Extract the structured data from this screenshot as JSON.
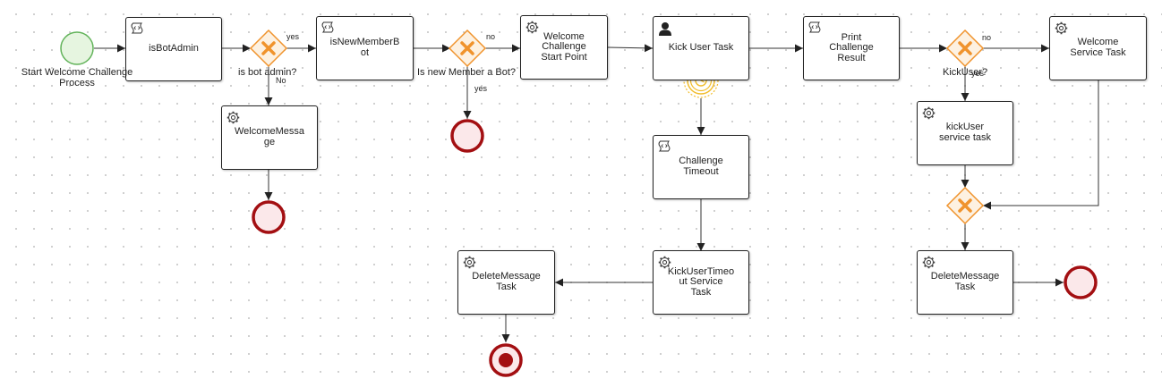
{
  "diagram": {
    "start_event": {
      "label": "Start Welcome Challenge\nProcess"
    },
    "tasks": {
      "is_bot_admin": "isBotAdmin",
      "is_new_member_bot": "isNewMemberB\not",
      "welcome_message": "WelcomeMessa\nge",
      "welcome_challenge_start": "Welcome\nChallenge\nStart Point",
      "kick_user_task": "Kick User Task",
      "challenge_timeout": "Challenge\nTimeout",
      "kick_user_timeout_service": "KickUserTimeo\nut Service\nTask",
      "delete_message_task_1": "DeleteMessage\nTask",
      "print_challenge_result": "Print\nChallenge\nResult",
      "kick_user_service_task": "kickUser\nservice task",
      "welcome_service_task": "Welcome\nService Task",
      "delete_message_task_2": "DeleteMessage\nTask"
    },
    "gateways": {
      "is_bot_admin": "is bot admin?",
      "is_new_member_bot": "Is new Member a Bot?",
      "kick_user": "KickUser?"
    },
    "flow_labels": {
      "bot_admin_yes": "yes",
      "bot_admin_no": "No",
      "new_member_no": "no",
      "new_member_yes": "yes",
      "kick_user_no": "no",
      "kick_user_yes": "yes"
    },
    "colors": {
      "start_event_fill": "#e6f5e0",
      "start_event_stroke": "#62b35a",
      "end_event_fill": "#fbe8ea",
      "end_event_stroke": "#a30f12",
      "gateway_fill": "#fdf1e1",
      "gateway_stroke": "#f0932c",
      "timer_stroke": "#f2bd2b"
    }
  }
}
